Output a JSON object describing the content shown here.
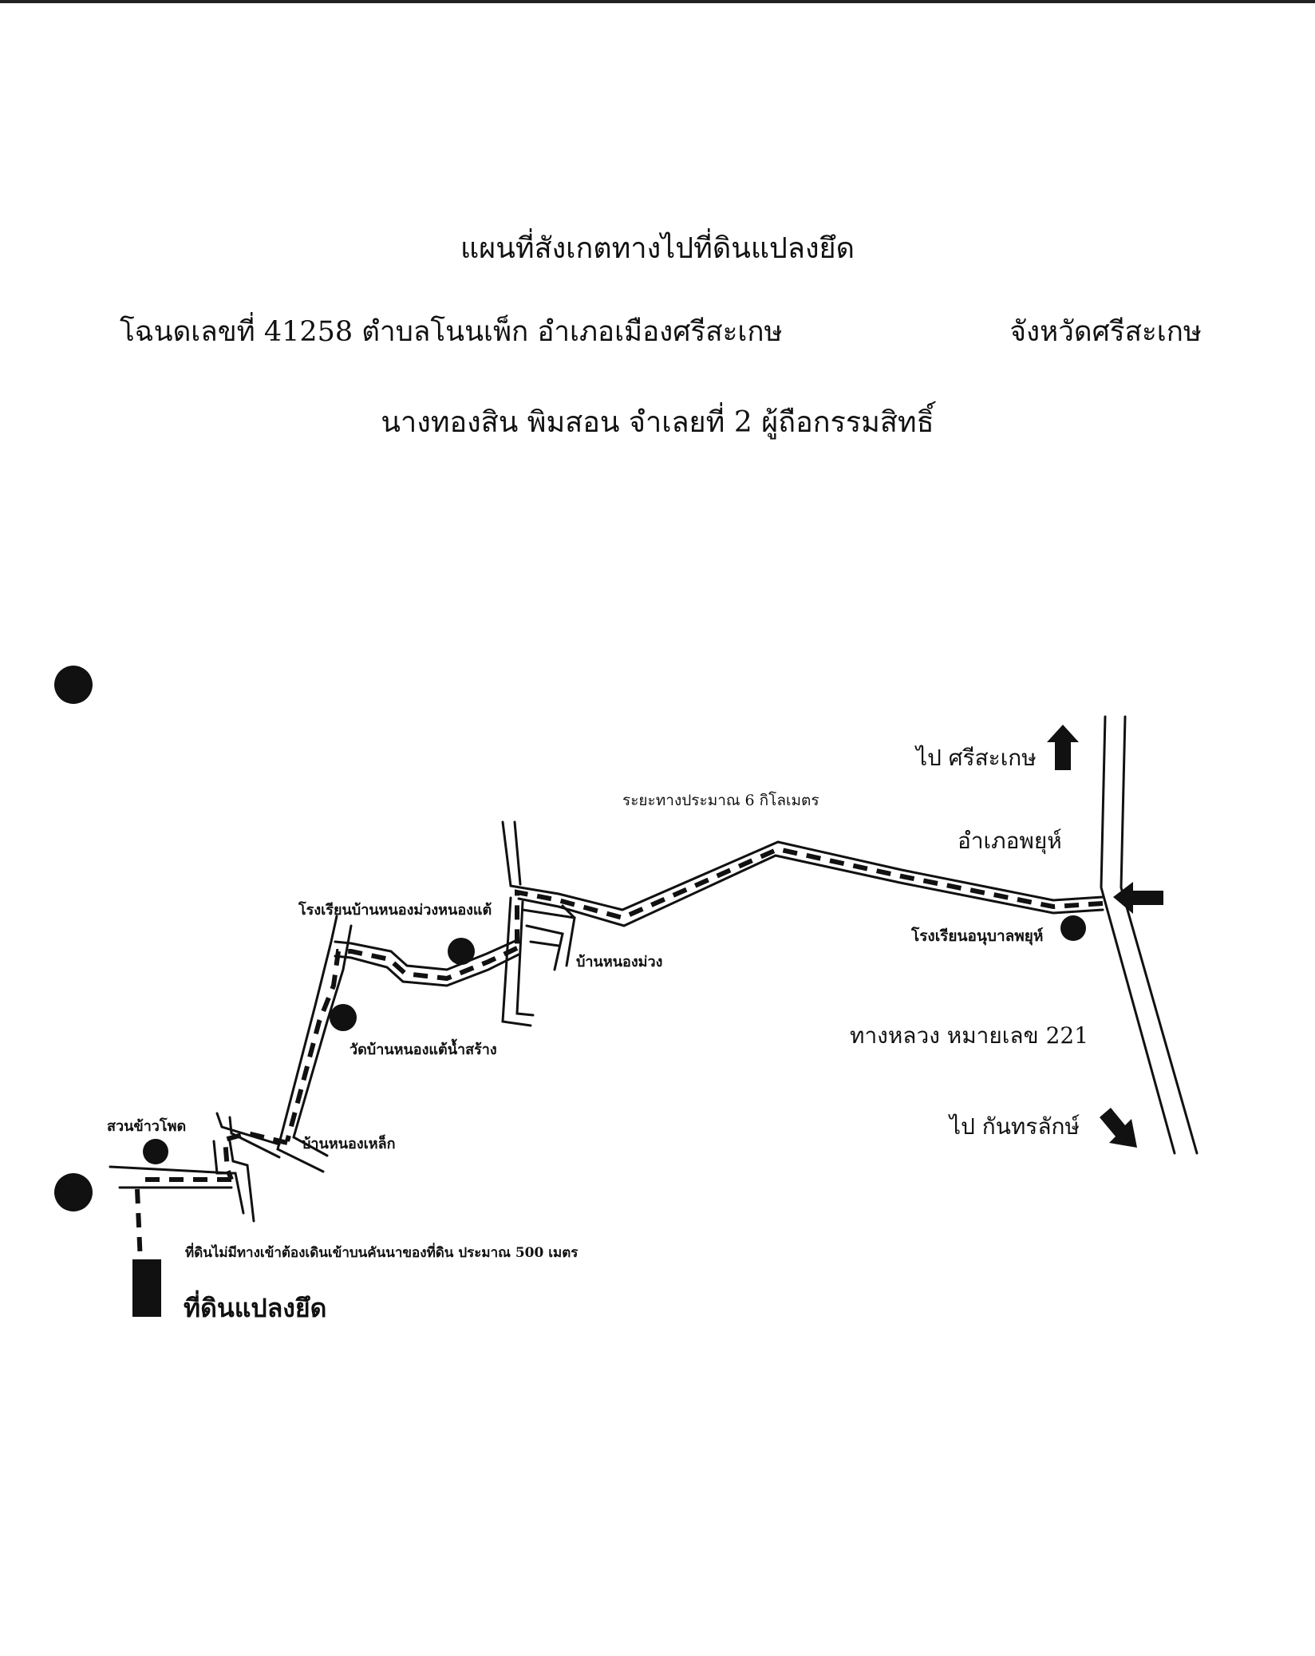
{
  "document": {
    "title": "แผนที่สังเกตทางไปที่ดินแปลงยึด",
    "deed_line_left": "โฉนดเลขที่ 41258  ตำบลโนนเพ็ก  อำเภอเมืองศรีสะเกษ",
    "deed_line_right": "จังหวัดศรีสะเกษ",
    "owner_line": "นางทองสิน   พิมสอน  จำเลยที่  2  ผู้ถือกรรมสิทธิ์"
  },
  "map": {
    "labels": {
      "to_sisaket": "ไป ศรีสะเกษ",
      "distance": "ระยะทางประมาณ  6 กิโลเมตร",
      "amphoe_phayu": "อำเภอพยุห์",
      "school_anuban_phayu": "โรงเรียนอนุบาลพยุห์",
      "highway": "ทางหลวง หมายเลข  221",
      "to_kanthararak": "ไป กันทรลักษ์",
      "school_nong_muang": "โรงเรียนบ้านหนองม่วงหนองแต้",
      "ban_nong_muang": "บ้านหนองม่วง",
      "wat_nong_tae": "วัดบ้านหนองแต้น้ำสร้าง",
      "ban_nong_lek": "บ้านหนองเหล็ก",
      "corn_field": "สวนข้าวโพด",
      "walk_note": "ที่ดินไม่มีทางเข้าต้องเดินเข้าบนคันนาของที่ดิน ประมาณ 500 เมตร",
      "seized_land": "ที่ดินแปลงยึด"
    }
  }
}
